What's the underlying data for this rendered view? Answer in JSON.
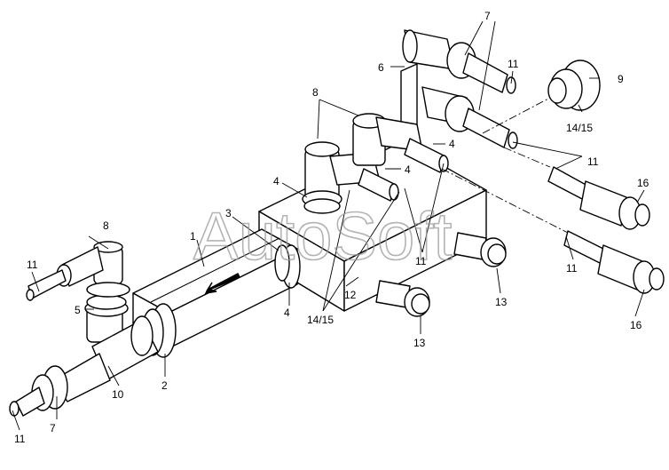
{
  "watermark": "AutoSoft",
  "callouts": {
    "c1": "1",
    "c2": "2",
    "c3": "3",
    "c4a": "4",
    "c4b": "4",
    "c4c": "4",
    "c4d": "4",
    "c5": "5",
    "c6": "6",
    "c7a": "7",
    "c7b": "7",
    "c8a": "8",
    "c8b": "8",
    "c9": "9",
    "c10": "10",
    "c11a": "11",
    "c11b": "11",
    "c11c": "11",
    "c11d": "11",
    "c11e": "11",
    "c11f": "11",
    "c12": "12",
    "c13a": "13",
    "c13b": "13",
    "c1415a": "14/15",
    "c1415b": "14/15",
    "c16a": "16",
    "c16b": "16"
  }
}
